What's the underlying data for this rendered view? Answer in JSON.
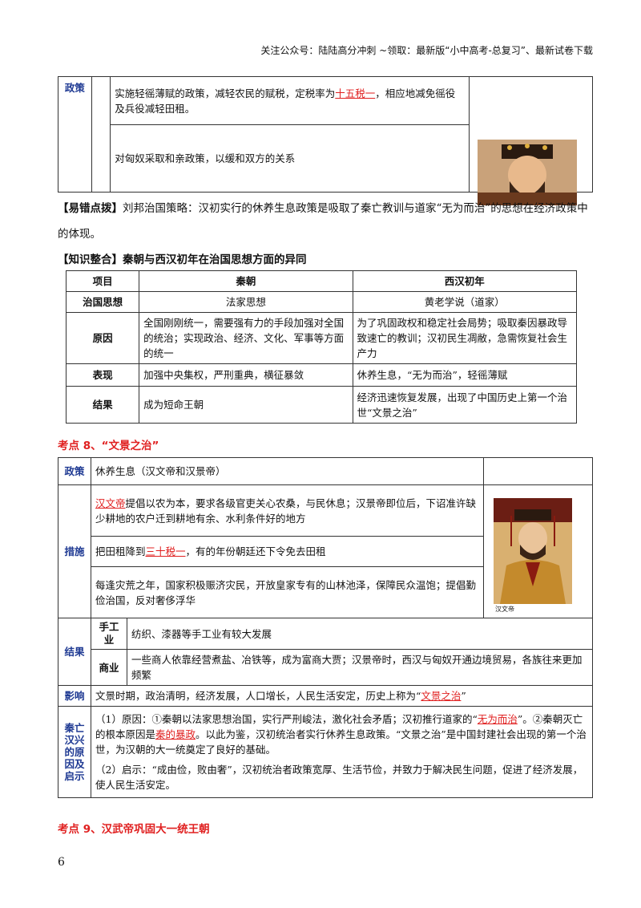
{
  "header": "关注公众号：陆陆高分冲刺 ~领取：最新版“小中高考-总复习”、最新试卷下载",
  "top_table": {
    "label": "政策",
    "row1_pre": "实施轻徭薄赋的政策，减轻农民的赋税，定税率为",
    "row1_red": "十五税一",
    "row1_post": "，相应地减免徭役及兵役减轻田租。",
    "row2": "对匈奴采取和亲政策，以缓和双方的关系"
  },
  "tip": {
    "label": "【易错点拨】",
    "text": "刘邦治国策略：汉初实行的休养生息政策是吸取了秦亡教训与道家“无为而治”的思想在经济政策中的体现。"
  },
  "integration_title": "【知识整合】秦朝与西汉初年在治国思想方面的异同",
  "compare": {
    "headers": [
      "项目",
      "秦朝",
      "西汉初年"
    ],
    "rows": [
      {
        "item": "治国思想",
        "qin": "法家思想",
        "han": "黄老学说（道家）"
      },
      {
        "item": "原因",
        "qin": "全国刚刚统一，需要强有力的手段加强对全国的统治；实现政治、经济、文化、军事等方面的统一",
        "han": "为了巩固政权和稳定社会局势；吸取秦因暴政导致速亡的教训；汉初民生凋敝，急需恢复社会生产力"
      },
      {
        "item": "表现",
        "qin": "加强中央集权，严刑重典，横征暴敛",
        "han": "休养生息，“无为而治”，轻徭薄赋"
      },
      {
        "item": "结果",
        "qin": "成为短命王朝",
        "han": "经济迅速恢复发展，出现了中国历史上第一个治世“文景之治”"
      }
    ]
  },
  "kaodian8": "考点 8、“文景之治”",
  "wenjing": {
    "policy_label": "政策",
    "policy_text": "休养生息（汉文帝和汉景帝）",
    "measures_label": "措施",
    "m1_red": "汉文帝",
    "m1_text": "提倡以农为本，要求各级官吏关心农桑，与民休息；汉景帝即位后，下诏准许缺少耕地的农户迁到耕地有余、水利条件好的地方",
    "m2_pre": "把田租降到",
    "m2_red": "三十税一",
    "m2_post": "，有的年份朝廷还下令免去田租",
    "m3": "每逢灾荒之年，国家积极赈济灾民，开放皇家专有的山林池泽，保障民众温饱；提倡勤俭治国，反对奢侈浮华",
    "portrait_caption": "汉文帝",
    "result_label": "结果",
    "craft_label": "手工业",
    "craft_text": "纺织、漆器等手工业有较大发展",
    "commerce_label": "商业",
    "commerce_text": "一些商人依靠经营煮盐、冶铁等，成为富商大贾；汉景帝时，西汉与匈奴开通边境贸易，各族往来更加频繁",
    "impact_label": "影响",
    "impact_pre": "文景时期，政治清明，经济发展，人口增长，人民生活安定，历史上称为“",
    "impact_red": "文景之治",
    "impact_post": "”",
    "reason_label": "秦亡汉兴的原因及启示",
    "reason_p1_a": "（1）原因：①秦朝以法家思想治国，实行严刑峻法，激化社会矛盾；汉初推行道家的“",
    "reason_p1_red1": "无为而治",
    "reason_p1_b": "”。②秦朝灭亡的根本原因是",
    "reason_p1_red2": "秦的暴政",
    "reason_p1_c": "。以此为鉴，汉初统治者实行休养生息政策。“文景之治”是中国封建社会出现的第一个治世，为汉朝的大一统奠定了良好的基础。",
    "reason_p2": "（2）启示：“成由俭，败由奢”，汉初统治者政策宽厚、生活节俭，并致力于解决民生问题，促进了经济发展，使人民生活安定。"
  },
  "kaodian9": "考点 9、汉武帝巩固大一统王朝",
  "page_number": "6"
}
